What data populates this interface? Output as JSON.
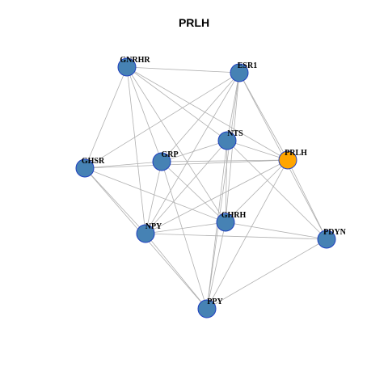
{
  "title": "PRLH",
  "colors": {
    "node_default": "#4682B4",
    "node_highlight": "#FFA500",
    "node_border": "#1F3FBF",
    "edge": "#B0B0B0"
  },
  "nodes": [
    {
      "id": "GNRHR",
      "label": "GNRHR",
      "highlight": false
    },
    {
      "id": "ESR1",
      "label": "ESR1",
      "highlight": false
    },
    {
      "id": "NTS",
      "label": "NTS",
      "highlight": false
    },
    {
      "id": "PRLH",
      "label": "PRLH",
      "highlight": true
    },
    {
      "id": "GHSR",
      "label": "GHSR",
      "highlight": false
    },
    {
      "id": "GRP",
      "label": "GRP",
      "highlight": false
    },
    {
      "id": "GHRH",
      "label": "GHRH",
      "highlight": false
    },
    {
      "id": "NPY",
      "label": "NPY",
      "highlight": false
    },
    {
      "id": "PDYN",
      "label": "PDYN",
      "highlight": false
    },
    {
      "id": "PPY",
      "label": "PPY",
      "highlight": false
    }
  ],
  "edges": [
    [
      "GNRHR",
      "ESR1"
    ],
    [
      "GNRHR",
      "PRLH"
    ],
    [
      "GNRHR",
      "GHSR"
    ],
    [
      "GNRHR",
      "GRP"
    ],
    [
      "GNRHR",
      "NPY"
    ],
    [
      "GNRHR",
      "GHRH"
    ],
    [
      "GNRHR",
      "NTS"
    ],
    [
      "ESR1",
      "NTS"
    ],
    [
      "ESR1",
      "PRLH"
    ],
    [
      "ESR1",
      "PDYN"
    ],
    [
      "ESR1",
      "GHSR"
    ],
    [
      "ESR1",
      "GRP"
    ],
    [
      "ESR1",
      "NPY"
    ],
    [
      "ESR1",
      "GHRH"
    ],
    [
      "ESR1",
      "PPY"
    ],
    [
      "NTS",
      "PRLH"
    ],
    [
      "NTS",
      "GRP"
    ],
    [
      "NTS",
      "NPY"
    ],
    [
      "NTS",
      "GHRH"
    ],
    [
      "NTS",
      "PDYN"
    ],
    [
      "NTS",
      "PPY"
    ],
    [
      "PRLH",
      "GRP"
    ],
    [
      "PRLH",
      "GHSR"
    ],
    [
      "PRLH",
      "NPY"
    ],
    [
      "PRLH",
      "GHRH"
    ],
    [
      "PRLH",
      "PDYN"
    ],
    [
      "PRLH",
      "PPY"
    ],
    [
      "GHSR",
      "GRP"
    ],
    [
      "GHSR",
      "NPY"
    ],
    [
      "GHSR",
      "GHRH"
    ],
    [
      "GHSR",
      "PPY"
    ],
    [
      "GRP",
      "NPY"
    ],
    [
      "GRP",
      "GHRH"
    ],
    [
      "GRP",
      "PPY"
    ],
    [
      "GHRH",
      "NPY"
    ],
    [
      "GHRH",
      "PDYN"
    ],
    [
      "GHRH",
      "PPY"
    ],
    [
      "NPY",
      "PDYN"
    ],
    [
      "NPY",
      "PPY"
    ],
    [
      "PDYN",
      "PPY"
    ]
  ]
}
